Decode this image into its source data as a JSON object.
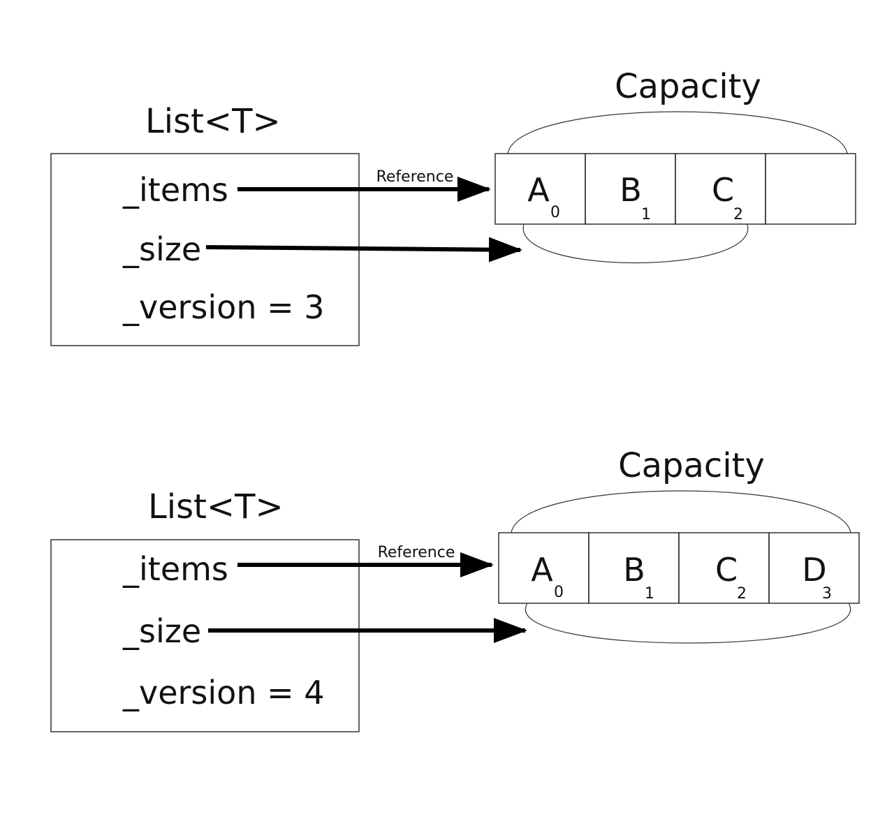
{
  "panels": [
    {
      "title": "List<T>",
      "fields": {
        "items": "_items",
        "size": "_size",
        "version": "_version = 3"
      },
      "reference_label": "Reference",
      "capacity_label": "Capacity",
      "cells": [
        {
          "value": "A",
          "index": "0"
        },
        {
          "value": "B",
          "index": "1"
        },
        {
          "value": "C",
          "index": "2"
        },
        {
          "value": "",
          "index": ""
        }
      ]
    },
    {
      "title": "List<T>",
      "fields": {
        "items": "_items",
        "size": "_size",
        "version": "_version = 4"
      },
      "reference_label": "Reference",
      "capacity_label": "Capacity",
      "cells": [
        {
          "value": "A",
          "index": "0"
        },
        {
          "value": "B",
          "index": "1"
        },
        {
          "value": "C",
          "index": "2"
        },
        {
          "value": "D",
          "index": "3"
        }
      ]
    }
  ]
}
